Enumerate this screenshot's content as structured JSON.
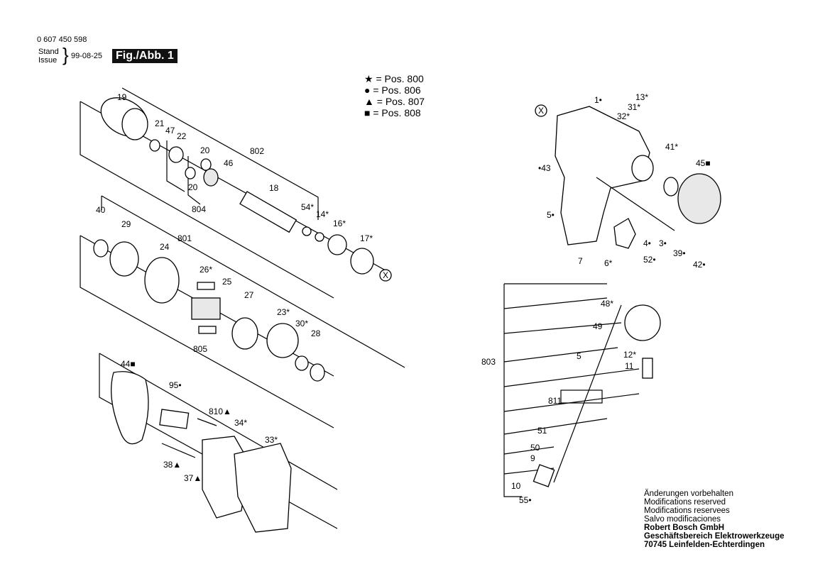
{
  "header": {
    "document_number": "0 607 450 598",
    "stand_label": "Stand",
    "issue_label": "Issue",
    "date": "99-08-25",
    "figure_label": "Fig./Abb. 1"
  },
  "legend": [
    {
      "symbol": "★",
      "text": "= Pos. 800"
    },
    {
      "symbol": "●",
      "text": "= Pos. 806"
    },
    {
      "symbol": "▲",
      "text": "= Pos. 807"
    },
    {
      "symbol": "■",
      "text": "= Pos. 808"
    }
  ],
  "labels": {
    "p19": "19",
    "p21": "21",
    "p47": "47",
    "p22": "22",
    "p20a": "20",
    "p46": "46",
    "p802": "802",
    "p20b": "20",
    "p18": "18",
    "p804": "804",
    "p54": "54*",
    "p14": "14*",
    "p16": "16*",
    "p17": "17*",
    "x1": "X",
    "x2": "X",
    "p40": "40",
    "p29": "29",
    "p24": "24",
    "p801": "801",
    "p26": "26*",
    "p25": "25",
    "p27": "27",
    "p23": "23*",
    "p30": "30*",
    "p28": "28",
    "p805": "805",
    "p44": "44■",
    "p95": "95•",
    "p810": "810▲",
    "p34": "34*",
    "p33": "33*",
    "p38": "38▲",
    "p37": "37▲",
    "p1": "1•",
    "p13": "13*",
    "p31": "31*",
    "p32": "32*",
    "p41": "41*",
    "p45": "45■",
    "p43": "•43",
    "p5a": "5•",
    "p4": "4•",
    "p3": "3•",
    "p39": "39•",
    "p42": "42•",
    "p7": "7",
    "p6": "6*",
    "p52": "52•",
    "p48": "48*",
    "p49": "49",
    "p803": "803",
    "p5b": "5",
    "p12": "12*",
    "p11": "11",
    "p811": "811",
    "p51": "51",
    "p50": "50",
    "p9": "9",
    "p10": "10",
    "p55": "55•"
  },
  "footer": {
    "lines": [
      "Änderungen vorbehalten",
      "Modifications reserved",
      "Modifications reservees",
      "Salvo modificaciones"
    ],
    "company": "Robert Bosch GmbH",
    "division": "Geschäftsbereich Elektrowerkzeuge",
    "address": "70745 Leinfelden-Echterdingen"
  }
}
